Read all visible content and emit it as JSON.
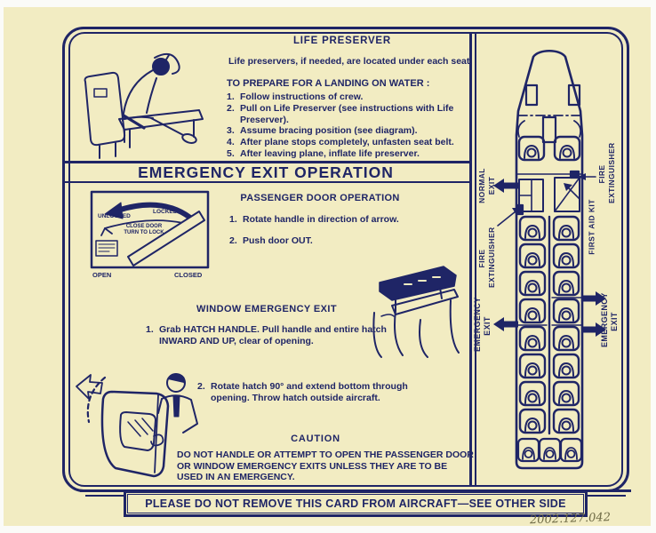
{
  "card": {
    "background": "#f2ecc2",
    "ink": "#1f2566",
    "accession_number": "2002.127.042"
  },
  "life_preserver": {
    "title": "LIFE PRESERVER",
    "intro": "Life preservers, if needed, are located under each seat.",
    "subtitle": "TO PREPARE FOR A LANDING ON WATER :",
    "steps": [
      {
        "num": "1.",
        "text": "Follow instructions of crew."
      },
      {
        "num": "2.",
        "text": "Pull on Life Preserver (see instructions with Life Preserver)."
      },
      {
        "num": "3.",
        "text": "Assume bracing position (see diagram)."
      },
      {
        "num": "4.",
        "text": "After plane stops completely, unfasten seat belt."
      },
      {
        "num": "5.",
        "text": "After leaving plane, inflate life preserver."
      }
    ]
  },
  "emergency_exit_operation": {
    "title": "EMERGENCY EXIT OPERATION"
  },
  "passenger_door": {
    "title": "PASSENGER DOOR OPERATION",
    "steps": [
      {
        "num": "1.",
        "text": "Rotate handle in direction of arrow."
      },
      {
        "num": "2.",
        "text": "Push door OUT."
      }
    ],
    "diagram": {
      "unlocked": "UNLOCKED",
      "locked": "LOCKED",
      "close_door_line1": "CLOSE DOOR",
      "close_door_line2": "TURN TO LOCK",
      "open": "OPEN",
      "closed": "CLOSED"
    }
  },
  "window_exit": {
    "title": "WINDOW EMERGENCY EXIT",
    "steps": [
      {
        "num": "1.",
        "text": "Grab HATCH HANDLE. Pull handle and entire hatch INWARD AND UP, clear of opening."
      },
      {
        "num": "2.",
        "text": "Rotate hatch 90° and extend bottom through opening. Throw hatch outside aircraft."
      }
    ]
  },
  "caution": {
    "title": "CAUTION",
    "text": "DO NOT HANDLE OR ATTEMPT TO OPEN THE PASSENGER DOOR OR WINDOW EMERGENCY EXITS UNLESS THEY ARE TO BE USED IN AN EMERGENCY."
  },
  "footer": {
    "text": "PLEASE DO NOT REMOVE THIS CARD FROM AIRCRAFT—SEE OTHER SIDE"
  },
  "diagram_labels": {
    "normal_exit": {
      "line1": "NORMAL",
      "line2": "EXIT"
    },
    "fire_extinguisher_left": {
      "line1": "FIRE",
      "line2": "EXTINGUISHER"
    },
    "emergency_exit_left": {
      "line1": "EMERGENCY",
      "line2": "EXIT"
    },
    "fire_extinguisher_right": {
      "line1": "FIRE",
      "line2": "EXTINGUISHER"
    },
    "first_aid_kit": {
      "line1": "FIRST AID KIT"
    },
    "emergency_exit_right": {
      "line1": "EMERGENCY",
      "line2": "EXIT"
    }
  }
}
